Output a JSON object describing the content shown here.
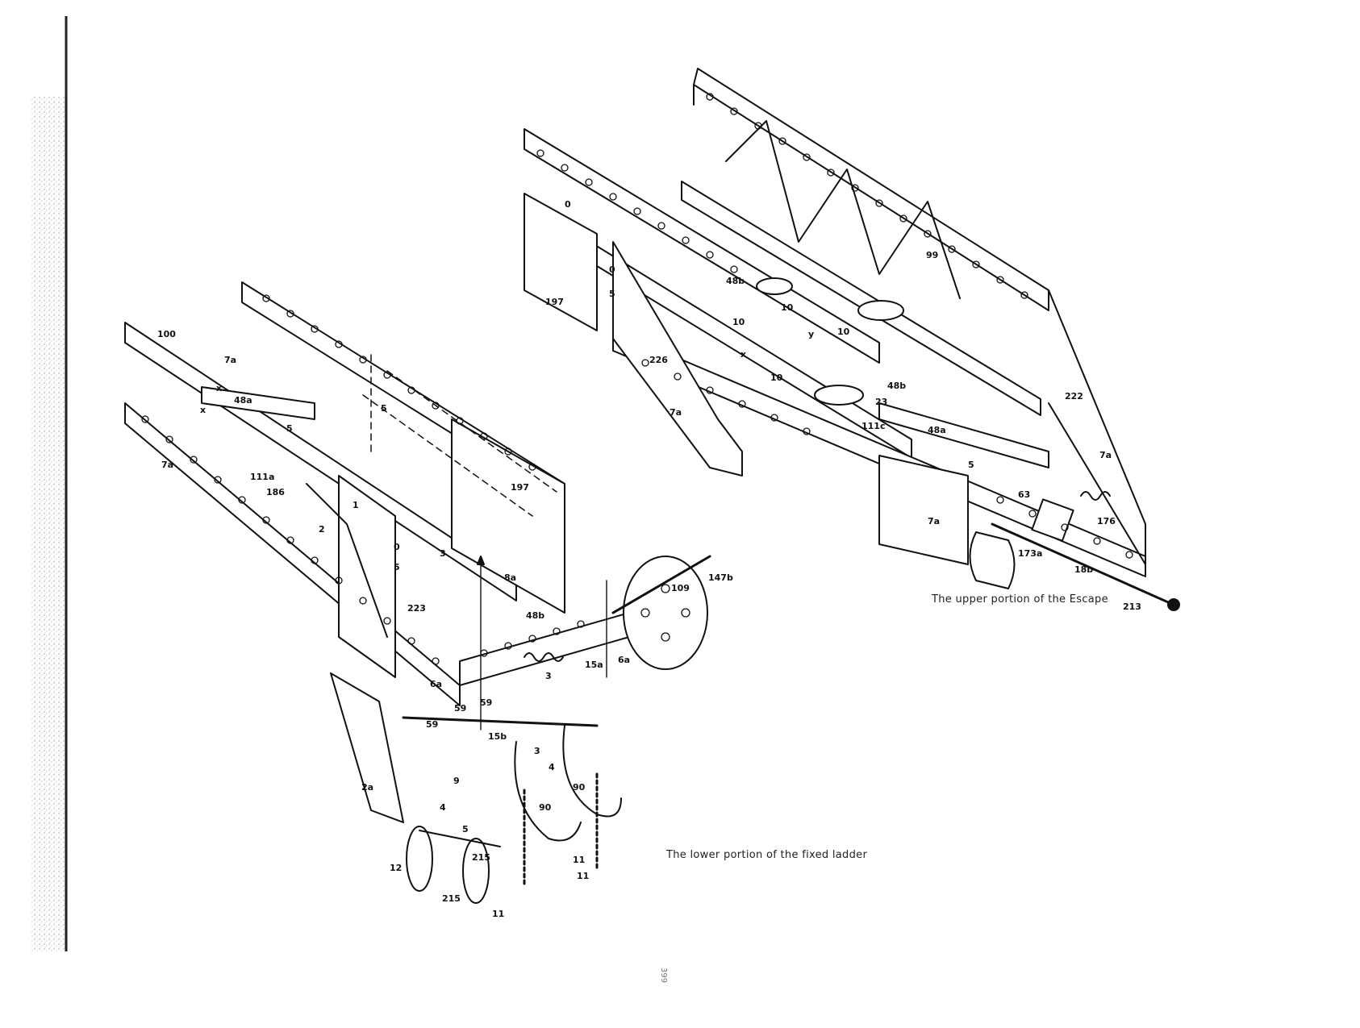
{
  "captions": {
    "upper": "The upper portion of the Escape",
    "lower": "The lower portion of the fixed ladder"
  },
  "page_number": "399",
  "labels": {
    "upper": [
      "99",
      "48b",
      "10",
      "10",
      "10",
      "10",
      "y",
      "x",
      "226",
      "197",
      "5",
      "0",
      "0",
      "48b",
      "23",
      "111c",
      "48a",
      "5",
      "222",
      "7a",
      "7a",
      "7a",
      "63",
      "176",
      "173a",
      "18b",
      "213"
    ],
    "lower": [
      "100",
      "7a",
      "x",
      "x",
      "48a",
      "5",
      "7a",
      "111a",
      "186",
      "5",
      "197",
      "1",
      "2",
      "3",
      "5",
      "0",
      "8a",
      "223",
      "48b",
      "3",
      "15a",
      "6a",
      "6a",
      "109",
      "147b",
      "59",
      "59",
      "59",
      "15b",
      "2a",
      "9",
      "4",
      "5",
      "90",
      "90",
      "12",
      "215",
      "215",
      "11",
      "11",
      "11",
      "4",
      "3"
    ]
  }
}
